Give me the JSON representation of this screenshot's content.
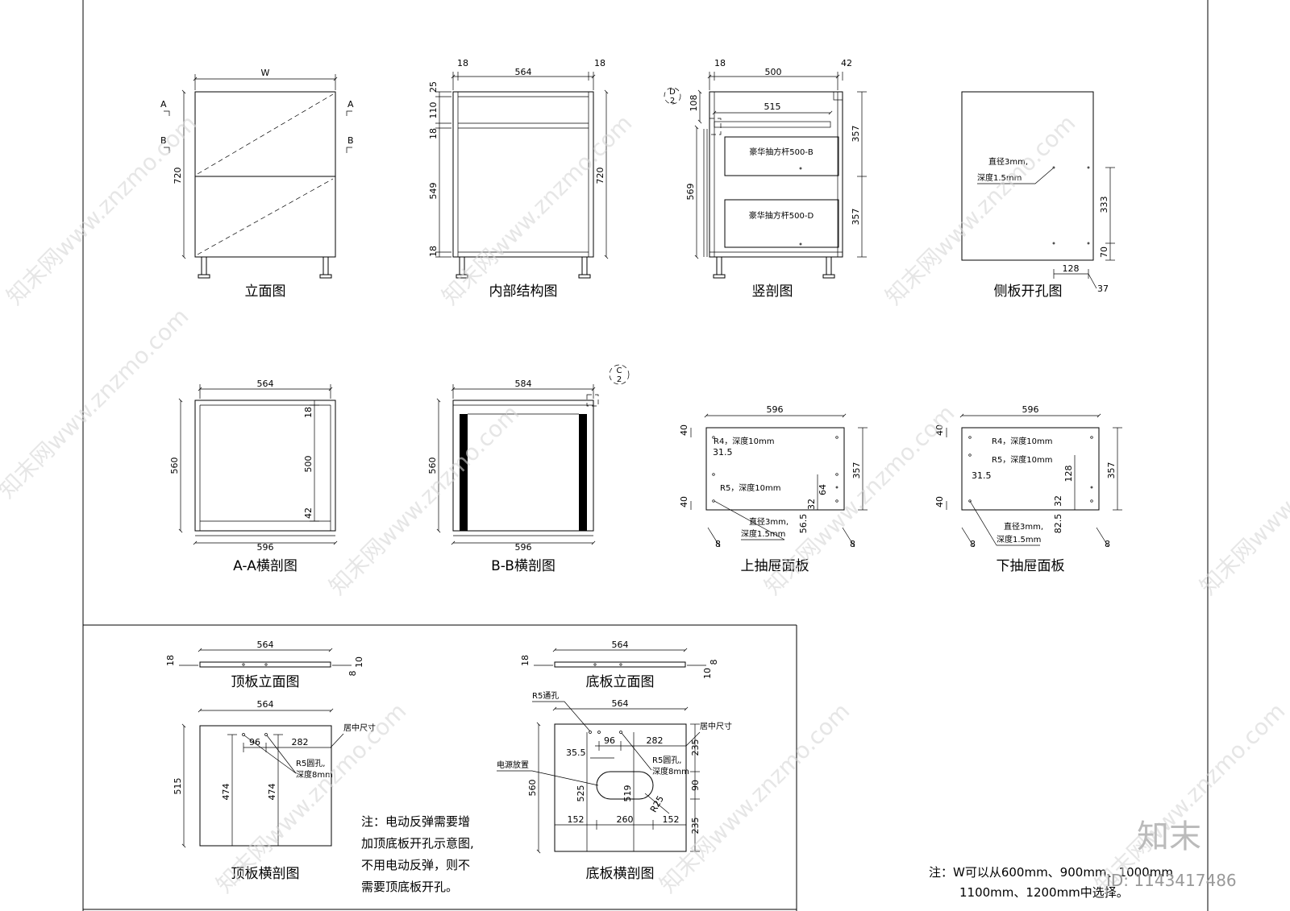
{
  "captions": {
    "elevation": "立面图",
    "internal": "内部结构图",
    "vsection": "竖剖图",
    "side": "侧板开孔图",
    "aa": "A-A横剖图",
    "bb": "B-B横剖图",
    "upper": "上抽屉面板",
    "lower": "下抽屉面板",
    "topElev": "顶板立面图",
    "botElev": "底板立面图",
    "topPlan": "顶板横剖图",
    "botPlan": "底板横剖图"
  },
  "dims": {
    "W": "W",
    "d720": "720",
    "d564": "564",
    "d18": "18",
    "d25": "25",
    "d110": "110",
    "d549": "549",
    "d500": "500",
    "d42": "42",
    "d108": "108",
    "d515": "515",
    "d357": "357",
    "d569": "569",
    "d333": "333",
    "d70": "70",
    "d128": "128",
    "d37": "37",
    "d560": "560",
    "d596": "596",
    "d584": "584",
    "d40": "40",
    "d31_5": "31.5",
    "d32": "32",
    "d64": "64",
    "d56_5": "56.5",
    "d82_5": "82.5",
    "d8": "8",
    "d10": "10",
    "d96": "96",
    "d282": "282",
    "d474": "474",
    "d35_5": "35.5",
    "d235": "235",
    "d90": "90",
    "d525": "525",
    "d519": "519",
    "R25": "R25",
    "d152": "152",
    "d260": "260"
  },
  "labels": {
    "A": "A",
    "B": "B",
    "C2": "C",
    "C2b": "2",
    "D2": "D",
    "D2b": "2",
    "drawerB": "豪华抽方杆500-B",
    "drawerD": "豪华抽方杆500-D",
    "hole3a": "直径3mm,",
    "hole3b": "深度1.5mm",
    "r4": "R4，深度10mm",
    "r5": "R5，深度10mm",
    "r5hole": "R5通孔",
    "r5round": "R5圆孔,",
    "depth8": "深度8mm",
    "center": "居中尺寸",
    "power": "电源放置"
  },
  "notes": {
    "electric": [
      "注：电动反弹需要增",
      "加顶底板开孔示意图,",
      "不用电动反弹，则不",
      "需要顶底板开孔。"
    ],
    "width": [
      "注：W可以从600mm、900mm、1000mm",
      "1100mm、1200mm中选择。"
    ]
  },
  "watermark": {
    "site": "知末网www.znzmo.com",
    "brand": "知末",
    "id": "ID: 1143417486"
  }
}
